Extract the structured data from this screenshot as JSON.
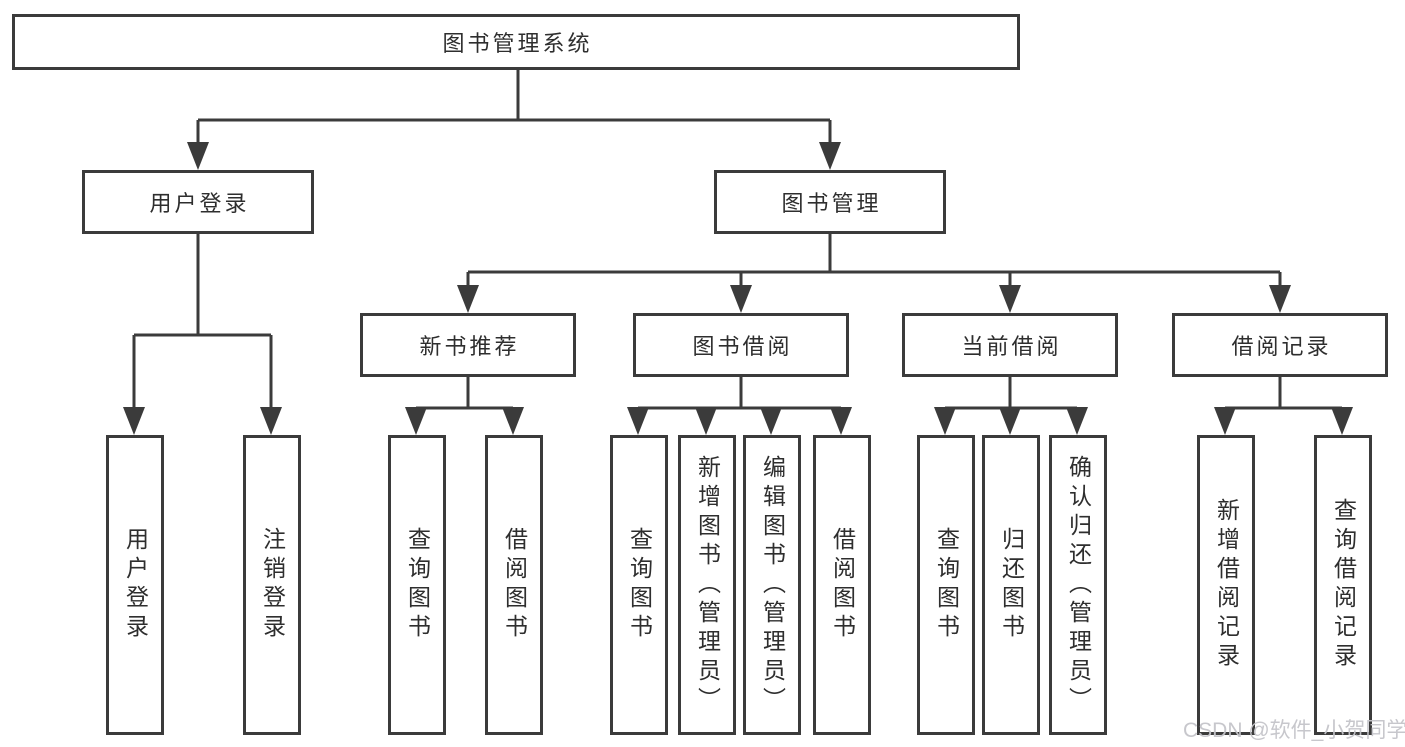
{
  "tree": {
    "label": "图书管理系统",
    "children": [
      {
        "label": "用户登录",
        "children": [
          {
            "label": "用户登录"
          },
          {
            "label": "注销登录"
          }
        ]
      },
      {
        "label": "图书管理",
        "children": [
          {
            "label": "新书推荐",
            "children": [
              {
                "label": "查询图书"
              },
              {
                "label": "借阅图书"
              }
            ]
          },
          {
            "label": "图书借阅",
            "children": [
              {
                "label": "查询图书"
              },
              {
                "label": "新增图书（管理员）"
              },
              {
                "label": "编辑图书（管理员）"
              },
              {
                "label": "借阅图书"
              }
            ]
          },
          {
            "label": "当前借阅",
            "children": [
              {
                "label": "查询图书"
              },
              {
                "label": "归还图书"
              },
              {
                "label": "确认归还（管理员）"
              }
            ]
          },
          {
            "label": "借阅记录",
            "children": [
              {
                "label": "新增借阅记录"
              },
              {
                "label": "查询借阅记录"
              }
            ]
          }
        ]
      }
    ]
  },
  "watermark": {
    "text": "CSDN @软件_小贺同学"
  },
  "colors": {
    "line": "#3b3b3b",
    "text": "#2e2e2e",
    "watermark": "#c4c4c9",
    "background": "#ffffff"
  }
}
